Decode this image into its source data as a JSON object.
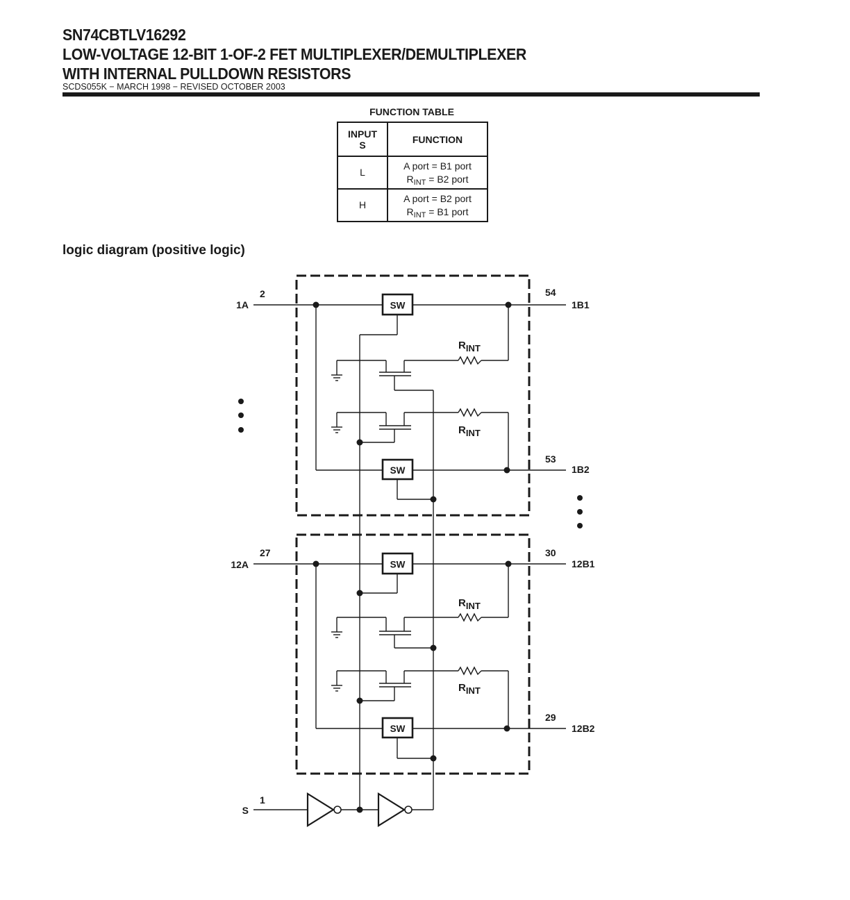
{
  "header": {
    "title_line1": "SN74CBTLV16292",
    "title_line2": "LOW-VOLTAGE 12-BIT 1-OF-2 FET MULTIPLEXER/DEMULTIPLEXER",
    "title_line3": "WITH INTERNAL PULLDOWN RESISTORS",
    "doc_id": "SCDS055K − MARCH 1998 − REVISED OCTOBER 2003"
  },
  "function_table": {
    "caption": "FUNCTION TABLE",
    "header_input_line1": "INPUT",
    "header_input_line2": "S",
    "header_function": "FUNCTION",
    "rows": [
      {
        "input": "L",
        "line1": "A port = B1 port",
        "line2_r": "R",
        "line2_sub": "INT",
        "line2_rest": " = B2 port"
      },
      {
        "input": "H",
        "line1": "A port = B2 port",
        "line2_r": "R",
        "line2_sub": "INT",
        "line2_rest": " = B1 port"
      }
    ]
  },
  "logic_diagram": {
    "title": "logic diagram (positive logic)",
    "switch_label": "SW",
    "resistor_label": "R",
    "resistor_sub": "INT",
    "pins": {
      "a1_label": "1A",
      "a1_pin": "2",
      "b1_1_label": "1B1",
      "b1_1_pin": "54",
      "b2_1_label": "1B2",
      "b2_1_pin": "53",
      "a12_label": "12A",
      "a12_pin": "27",
      "b1_12_label": "12B1",
      "b1_12_pin": "30",
      "b2_12_label": "12B2",
      "b2_12_pin": "29",
      "s_label": "S",
      "s_pin": "1"
    }
  }
}
